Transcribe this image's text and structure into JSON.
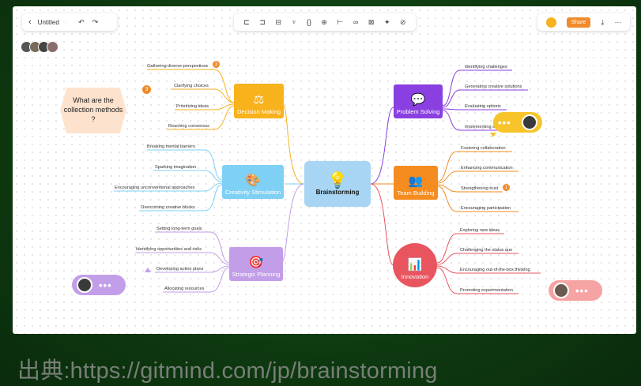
{
  "header": {
    "doc_title": "Untitled",
    "share_label": "Share"
  },
  "toolbar_icons": [
    "sibling-icon",
    "child-icon",
    "parent-icon",
    "style-icon",
    "formula-icon",
    "insert-icon",
    "link-icon",
    "relation-icon",
    "summary-icon",
    "ai-icon",
    "format-icon"
  ],
  "center": {
    "title": "Brainstorming"
  },
  "callout": {
    "text": "What are the collection methods ?",
    "badge": "3"
  },
  "branches": {
    "decision": {
      "label": "Decision Making",
      "color": "#f7b21c",
      "items": [
        "Gathering diverse perspectives",
        "Clarifying choices",
        "Prioritizing ideas",
        "Reaching consensus"
      ],
      "badge": "3"
    },
    "creativity": {
      "label": "Creativity Stimulation",
      "color": "#7fd0f5",
      "items": [
        "Breaking mental barriers",
        "Sparking imagination",
        "Encouraging unconventional approaches",
        "Overcoming creative blocks"
      ]
    },
    "strategic": {
      "label": "Strategic Planning",
      "color": "#c39ee8",
      "items": [
        "Setting long-term goals",
        "Identifying opportunities and risks",
        "Developing action plans",
        "Allocating resources"
      ]
    },
    "problem": {
      "label": "Problem Solving",
      "color": "#8a3fe0",
      "items": [
        "Identifying challenges",
        "Generating creative solutions",
        "Evaluating options",
        "Implementing solutions"
      ]
    },
    "team": {
      "label": "Team Building",
      "color": "#f58c1f",
      "items": [
        "Fostering collaboration",
        "Enhancing communication",
        "Strengthening trust",
        "Encouraging participation"
      ],
      "badge": "1"
    },
    "innovation": {
      "label": "Innovation",
      "color": "#e8555f",
      "items": [
        "Exploring new ideas",
        "Challenging the status quo",
        "Encouraging out-of-the-box thinking",
        "Promoting experimentation"
      ]
    }
  },
  "chat_dots": "•••",
  "footer": {
    "source": "出典:https://gitmind.com/jp/brainstorming"
  }
}
